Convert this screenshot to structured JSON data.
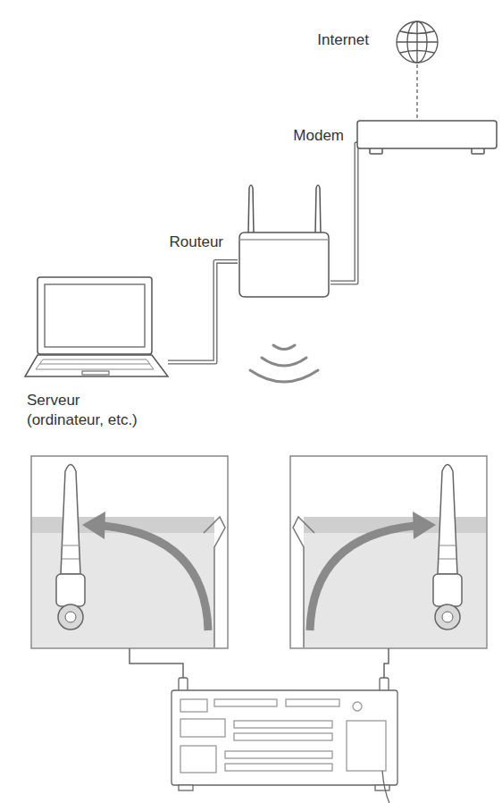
{
  "diagram": {
    "nodes": [
      {
        "text": [
          "Internet"
        ]
      },
      {
        "text": [
          "Modem"
        ]
      },
      {
        "text": [
          "Routeur"
        ]
      },
      {
        "text": [
          "Serveur (ordinateur, etc.)"
        ]
      }
    ],
    "edges": [
      {
        "from": 0,
        "to": 1,
        "arrow": "none"
      },
      {
        "from": 1,
        "to": 2,
        "arrow": "none"
      },
      {
        "from": 2,
        "to": 3,
        "arrow": "none"
      }
    ]
  }
}
